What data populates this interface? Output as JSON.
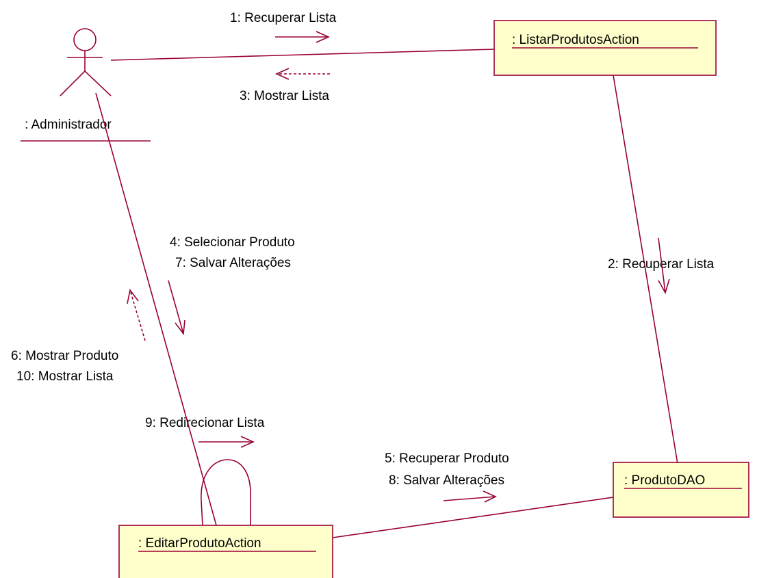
{
  "actor": {
    "name": ": Administrador"
  },
  "objects": {
    "listar": ": ListarProdutosAction",
    "produto_dao": ": ProdutoDAO",
    "editar": ": EditarProdutoAction"
  },
  "messages": {
    "m1": "1: Recuperar Lista",
    "m3": "3: Mostrar Lista",
    "m2": "2: Recuperar Lista",
    "m4": "4: Selecionar Produto",
    "m7": "7: Salvar Alterações",
    "m6": "6: Mostrar Produto",
    "m10": "10: Mostrar Lista",
    "m9": "9: Redirecionar Lista",
    "m5": "5: Recuperar Produto",
    "m8": "8: Salvar Alterações"
  },
  "colors": {
    "line": "#990033",
    "box_fill": "#ffffcc",
    "text": "#000000"
  }
}
